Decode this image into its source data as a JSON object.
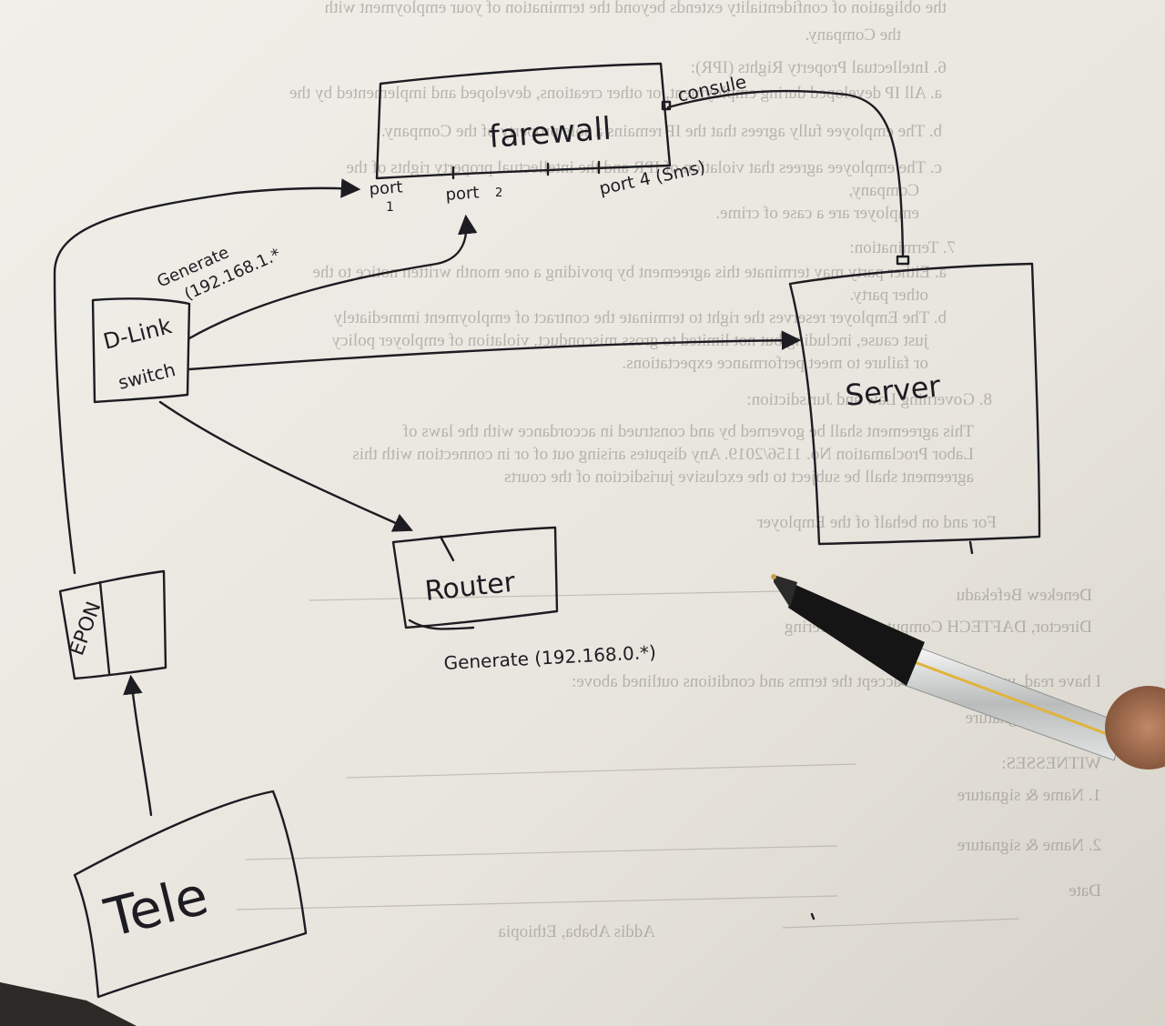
{
  "colors": {
    "background": "#3b3a36",
    "paper": "#e9e6df",
    "ink": "#1c1c22",
    "bleed": "#8b8882",
    "pen_body": "#cfd2d0",
    "pen_cap": "#151515"
  },
  "diagram": {
    "firewall": "farewall",
    "console": "consule",
    "port1": "port",
    "port1_num": "1",
    "port2": "port",
    "port2_num": "2",
    "port4": "port 4 (Sms)",
    "switch_line1": "D-Link",
    "switch_line2": "switch",
    "switch_gen_label": "Generate",
    "switch_gen_ip": "(192.168.1.*",
    "server": "Server",
    "router": "Router",
    "router_gen": "Generate (192.168.0.*)",
    "epon": "EPON",
    "tele": "Tele"
  },
  "bleed_through": [
    "the obligation of confidentiality extends beyond the termination of your employment with",
    "the Company.",
    "6.  Intellectual Property Rights (IPR):",
    "a.  All IP developed during employment, or other creations, developed and implemented by the",
    "b.  The employee fully agrees that the IP remains a sole property of the Company.",
    "c.  The employee agrees that violation of IPR and the intellectual property rights of the",
    "Company,",
    "employer are a case of crime.",
    "7.  Termination:",
    "a.  Either party may terminate this agreement by providing a one month written notice to the",
    "other party.",
    "b.  The Employer reserves the right to terminate the contract of employment immediately",
    "just cause, including but not limited to gross misconduct, violation of employer policy",
    "or failure to meet performance expectations.",
    "8.  Governing Law and Jurisdiction:",
    "This agreement shall be governed by and construed in accordance with the laws of",
    "Labor Proclamation No. 1156/2019. Any disputes arising out of or in connection with this",
    "agreement shall be subject to the exclusive jurisdiction of the courts",
    "For and on behalf of the Employer",
    "Denekew Befekadu",
    "Director, DAFTECH Computer Engineering",
    "I have read, understood, and accept the terms and conditions outlined above:",
    "Name & signature",
    "WITNESSES:",
    "1.  Name & signature",
    "2.  Name & signature",
    "Date",
    "Addis Ababa, Ethiopia"
  ]
}
